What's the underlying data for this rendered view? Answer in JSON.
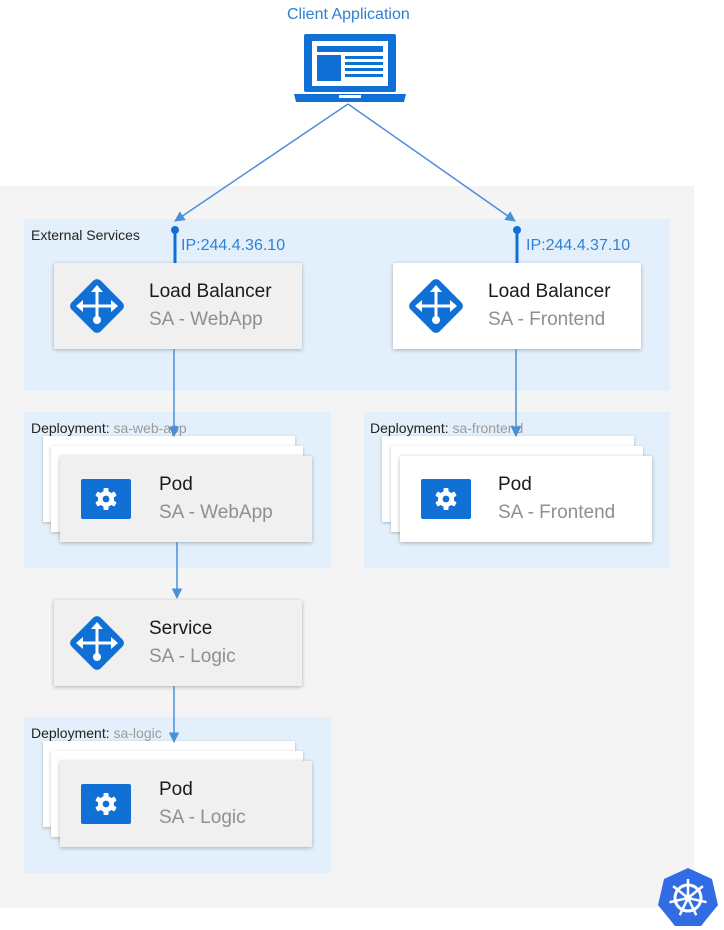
{
  "client": {
    "label": "Client Application"
  },
  "external": {
    "label": "External Services"
  },
  "ips": {
    "left": "IP:244.4.36.10",
    "right": "IP:244.4.37.10"
  },
  "lb_webapp": {
    "title": "Load Balancer",
    "subtitle": "SA - WebApp"
  },
  "lb_frontend": {
    "title": "Load Balancer",
    "subtitle": "SA - Frontend"
  },
  "dep_webapp": {
    "label": "Deployment:",
    "name": "sa-web-app"
  },
  "dep_frontend": {
    "label": "Deployment:",
    "name": "sa-frontend"
  },
  "dep_logic": {
    "label": "Deployment:",
    "name": "sa-logic"
  },
  "pod_webapp": {
    "title": "Pod",
    "subtitle": "SA - WebApp"
  },
  "pod_frontend": {
    "title": "Pod",
    "subtitle": "SA - Frontend"
  },
  "pod_logic": {
    "title": "Pod",
    "subtitle": "SA - Logic"
  },
  "service_logic": {
    "title": "Service",
    "subtitle": "SA - Logic"
  },
  "icons": {
    "laptop": "laptop-icon",
    "load_balancer": "load-balancer-icon",
    "pod": "gear-icon",
    "cluster": "kubernetes-icon"
  },
  "colors": {
    "accent": "#1170d6",
    "arrow": "#4a90d9",
    "zone": "#e3f0fb",
    "cluster_bg": "#f4f4f4"
  }
}
